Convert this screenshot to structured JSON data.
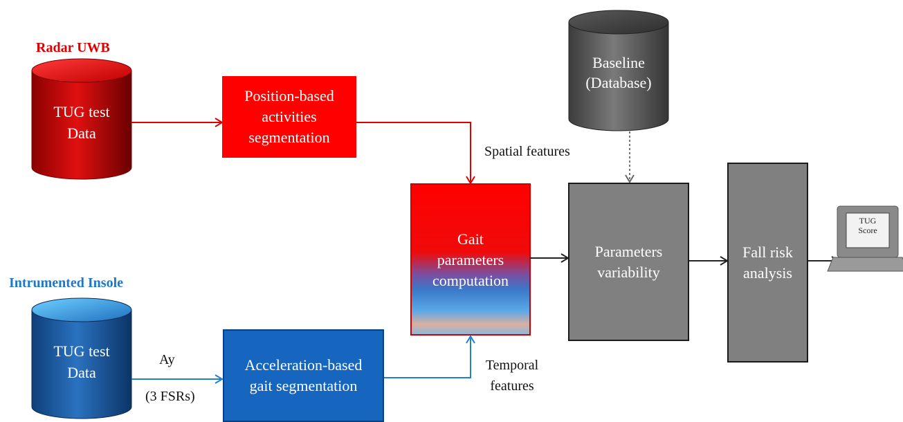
{
  "radar": {
    "title": "Radar UWB",
    "data_line1": "TUG test",
    "data_line2": "Data"
  },
  "insole": {
    "title": "Intrumented Insole",
    "data_line1": "TUG test",
    "data_line2": "Data"
  },
  "position_segmentation": {
    "line1": "Position-based",
    "line2": "activities",
    "line3": "segmentation"
  },
  "acceleration_segmentation": {
    "line1": "Acceleration-based",
    "line2": "gait segmentation"
  },
  "gait_computation": {
    "line1": "Gait",
    "line2": "parameters",
    "line3": "computation"
  },
  "baseline": {
    "line1": "Baseline",
    "line2": "(Database)"
  },
  "parameters_variability": {
    "line1": "Parameters",
    "line2": "variability"
  },
  "fall_risk": {
    "line1": "Fall risk",
    "line2": "analysis"
  },
  "laptop": {
    "line1": "TUG",
    "line2": "Score"
  },
  "labels": {
    "spatial_features": "Spatial features",
    "temporal_line1": "Temporal",
    "temporal_line2": "features",
    "ay": "Ay",
    "fsrs": "(3 FSRs)"
  },
  "colors": {
    "radar_red": "#e00000",
    "insole_blue": "#1e78c8",
    "box_gray": "#808080",
    "cylinder_gray": "#6e6e6e"
  }
}
